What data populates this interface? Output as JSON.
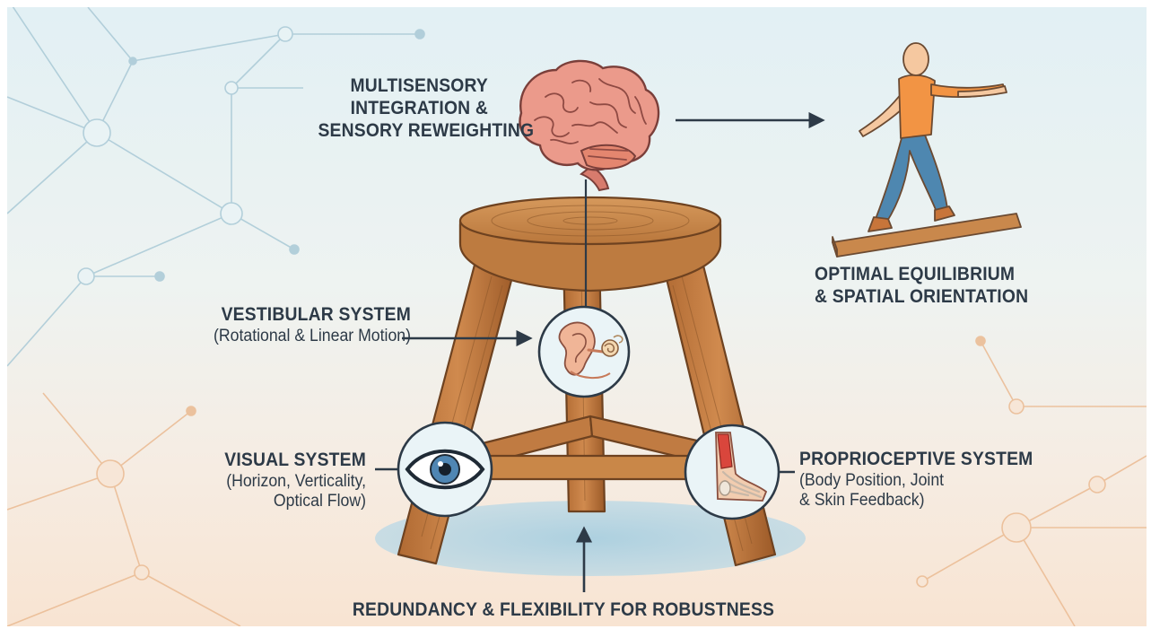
{
  "diagram": {
    "brain_label": [
      "MULTISENSORY",
      "INTEGRATION &",
      "SENSORY REWEIGHTING"
    ],
    "outcome_label": [
      "OPTIMAL EQUILIBRIUM",
      "& SPATIAL ORIENTATION"
    ],
    "vestibular": {
      "title": "VESTIBULAR SYSTEM",
      "subtitle": "(Rotational & Linear Motion)"
    },
    "visual": {
      "title": "VISUAL SYSTEM",
      "subtitle_lines": [
        "(Horizon, Verticality,",
        "Optical Flow)"
      ]
    },
    "proprioceptive": {
      "title": "PROPRIOCEPTIVE SYSTEM",
      "subtitle_lines": [
        "(Body Position, Joint",
        "& Skin Feedback)"
      ]
    },
    "footer_label": "REDUNDANCY & FLEXIBILITY FOR ROBUSTNESS"
  },
  "icons": [
    "brain-icon",
    "balancing-person-icon",
    "ear-icon",
    "eye-icon",
    "foot-icon",
    "stool-illustration"
  ],
  "colors": {
    "text": "#2d3a47",
    "wood": "#c8834a",
    "wood_dark": "#8a5528",
    "brain": "#e8968a",
    "shirt": "#f2913f",
    "pants": "#4a86b0",
    "network_blue": "#9cc3d3",
    "network_orange": "#e8b890"
  }
}
